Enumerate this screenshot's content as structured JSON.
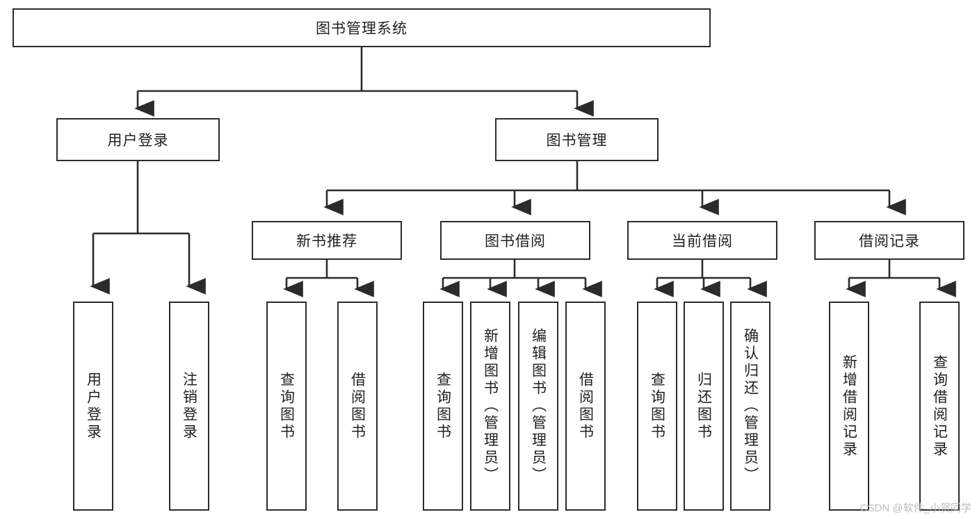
{
  "diagram": {
    "title": "图书管理系统",
    "root": {
      "label": "图书管理系统"
    },
    "level2": [
      {
        "label": "用户登录"
      },
      {
        "label": "图书管理"
      }
    ],
    "level3": [
      {
        "label": "新书推荐"
      },
      {
        "label": "图书借阅"
      },
      {
        "label": "当前借阅"
      },
      {
        "label": "借阅记录"
      }
    ],
    "leaves": {
      "user_login": [
        {
          "label": "用户登录"
        },
        {
          "label": "注销登录"
        }
      ],
      "new_book": [
        {
          "label": "查询图书"
        },
        {
          "label": "借阅图书"
        }
      ],
      "borrow_book": [
        {
          "label": "查询图书"
        },
        {
          "label": "新增图书（管理员）"
        },
        {
          "label": "编辑图书（管理员）"
        },
        {
          "label": "借阅图书"
        }
      ],
      "current_borrow": [
        {
          "label": "查询图书"
        },
        {
          "label": "归还图书"
        },
        {
          "label": "确认归还（管理员）"
        }
      ],
      "borrow_record": [
        {
          "label": "新增借阅记录"
        },
        {
          "label": "查询借阅记录"
        }
      ]
    },
    "watermark": "CSDN @软件_小贺同学",
    "colors": {
      "stroke": "#2b2b2b",
      "fill": "#ffffff",
      "text": "#1f1f1f",
      "watermark": "#bdbdbd"
    }
  }
}
